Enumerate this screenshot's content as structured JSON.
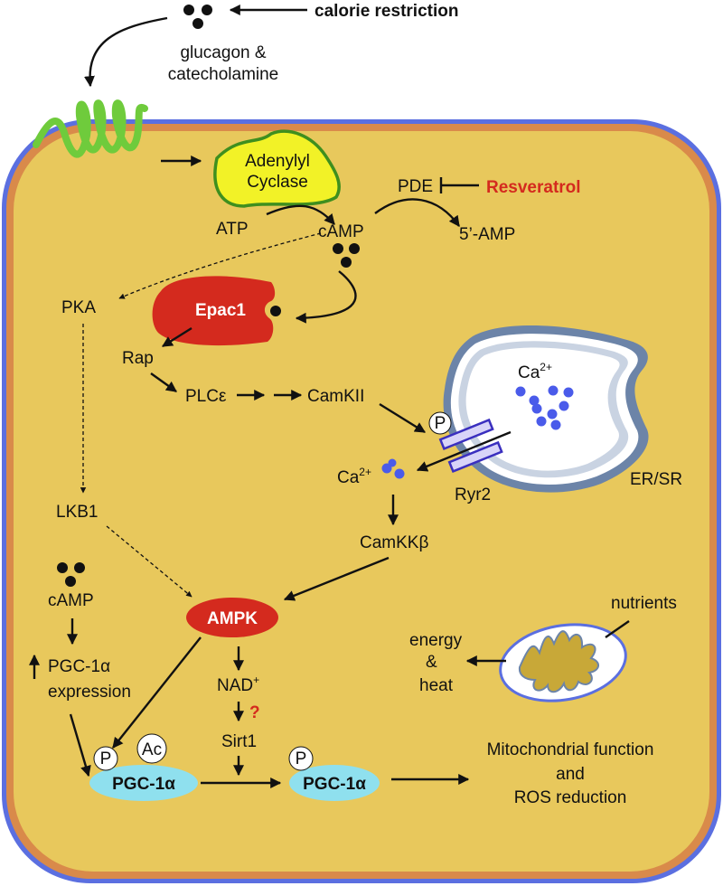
{
  "inputs": {
    "calorie_restriction": "calorie restriction",
    "hormone_line1": "glucagon &",
    "hormone_line2": "catecholamine"
  },
  "enzymes": {
    "adenylyl_line1": "Adenylyl",
    "adenylyl_line2": "Cyclase",
    "pde": "PDE",
    "resveratrol": "Resveratrol"
  },
  "metabolites": {
    "atp": "ATP",
    "camp": "cAMP",
    "five_amp": "5’-AMP",
    "camp_left": "cAMP"
  },
  "signaling": {
    "pka": "PKA",
    "epac1": "Epac1",
    "rap": "Rap",
    "plc": "PLCε",
    "camkii": "CamKII",
    "p": "P",
    "ca_er_base": "Ca",
    "ca_er_sup": "2+",
    "ca_cyto_base": "Ca",
    "ca_cyto_sup": "2+",
    "ryr2": "Ryr2",
    "er_sr": "ER/SR",
    "camkk": "CamKKβ",
    "lkb1": "LKB1",
    "ampk": "AMPK"
  },
  "lower_left": {
    "pgc_expr_line1": "PGC-1α",
    "pgc_expr_line2": "expression",
    "nad_base": "NAD",
    "nad_sup": "+",
    "question": "?",
    "sirt1": "Sirt1"
  },
  "pgc": {
    "p_left": "P",
    "ac": "Ac",
    "pgc_left": "PGC-1α",
    "p_right": "P",
    "pgc_right": "PGC-1α"
  },
  "outputs": {
    "nutrients": "nutrients",
    "energy": "energy",
    "amp_sign": "&",
    "heat": "heat",
    "mito_line1": "Mitochondrial function",
    "mito_line2": "and",
    "mito_line3": "ROS reduction"
  },
  "colors": {
    "cell_fill": "#E8C85C",
    "cell_outer": "#5B6FE0",
    "cell_membrane": "#D98A4A",
    "receptor": "#6FCB3C",
    "adenylyl_fill": "#F2F227",
    "adenylyl_border": "#3F8F1E",
    "red_protein": "#D42A1E",
    "resveratrol_text": "#D42A1E",
    "pgc_fill": "#8FE0EE",
    "ion_dot": "#4A5BEA",
    "ryr_bar": "#D8D4F8",
    "ryr_border": "#3A2FBF",
    "er_outer": "#6C84A8",
    "mito_inner": "#C8A838"
  }
}
